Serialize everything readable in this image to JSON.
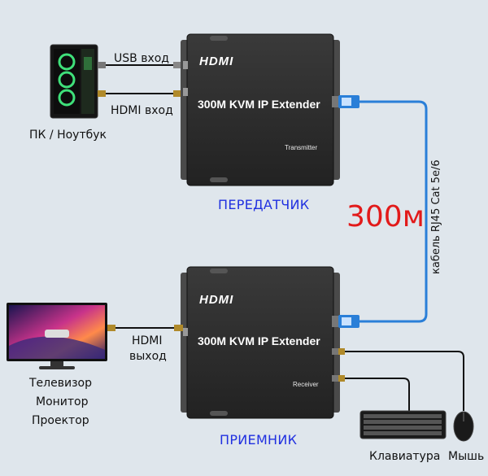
{
  "labels": {
    "usb_in": "USB вход",
    "hdmi_in": "HDMI вход",
    "pc": "ПК / Ноутбук",
    "hdmi_out_line1": "HDMI",
    "hdmi_out_line2": "выход",
    "tv": "Телевизор",
    "monitor": "Монитор",
    "projector": "Проектор",
    "keyboard": "Клавиатура",
    "mouse": "Мышь"
  },
  "transmitter": {
    "logo": "HDMI",
    "title": "300M KVM IP Extender",
    "tag": "Transmitter",
    "caption": "ПЕРЕДАТЧИК"
  },
  "receiver": {
    "logo": "HDMI",
    "title": "300M KVM IP Extender",
    "tag": "Receiver",
    "caption": "ПРИЕМНИК"
  },
  "distance": "300м",
  "cable": "кабель RJ45 Cat 5e/6",
  "colors": {
    "background": "#dfe6ec",
    "device_body": "#2b2b2b",
    "caption_blue": "#2030e0",
    "distance_red": "#e21a1a",
    "lan_cable": "#2a7fd8"
  },
  "icons": [
    "pc-tower-icon",
    "monitor-icon",
    "keyboard-icon",
    "mouse-icon",
    "rj45-connector-icon",
    "hdmi-plug-icon",
    "usb-plug-icon"
  ]
}
